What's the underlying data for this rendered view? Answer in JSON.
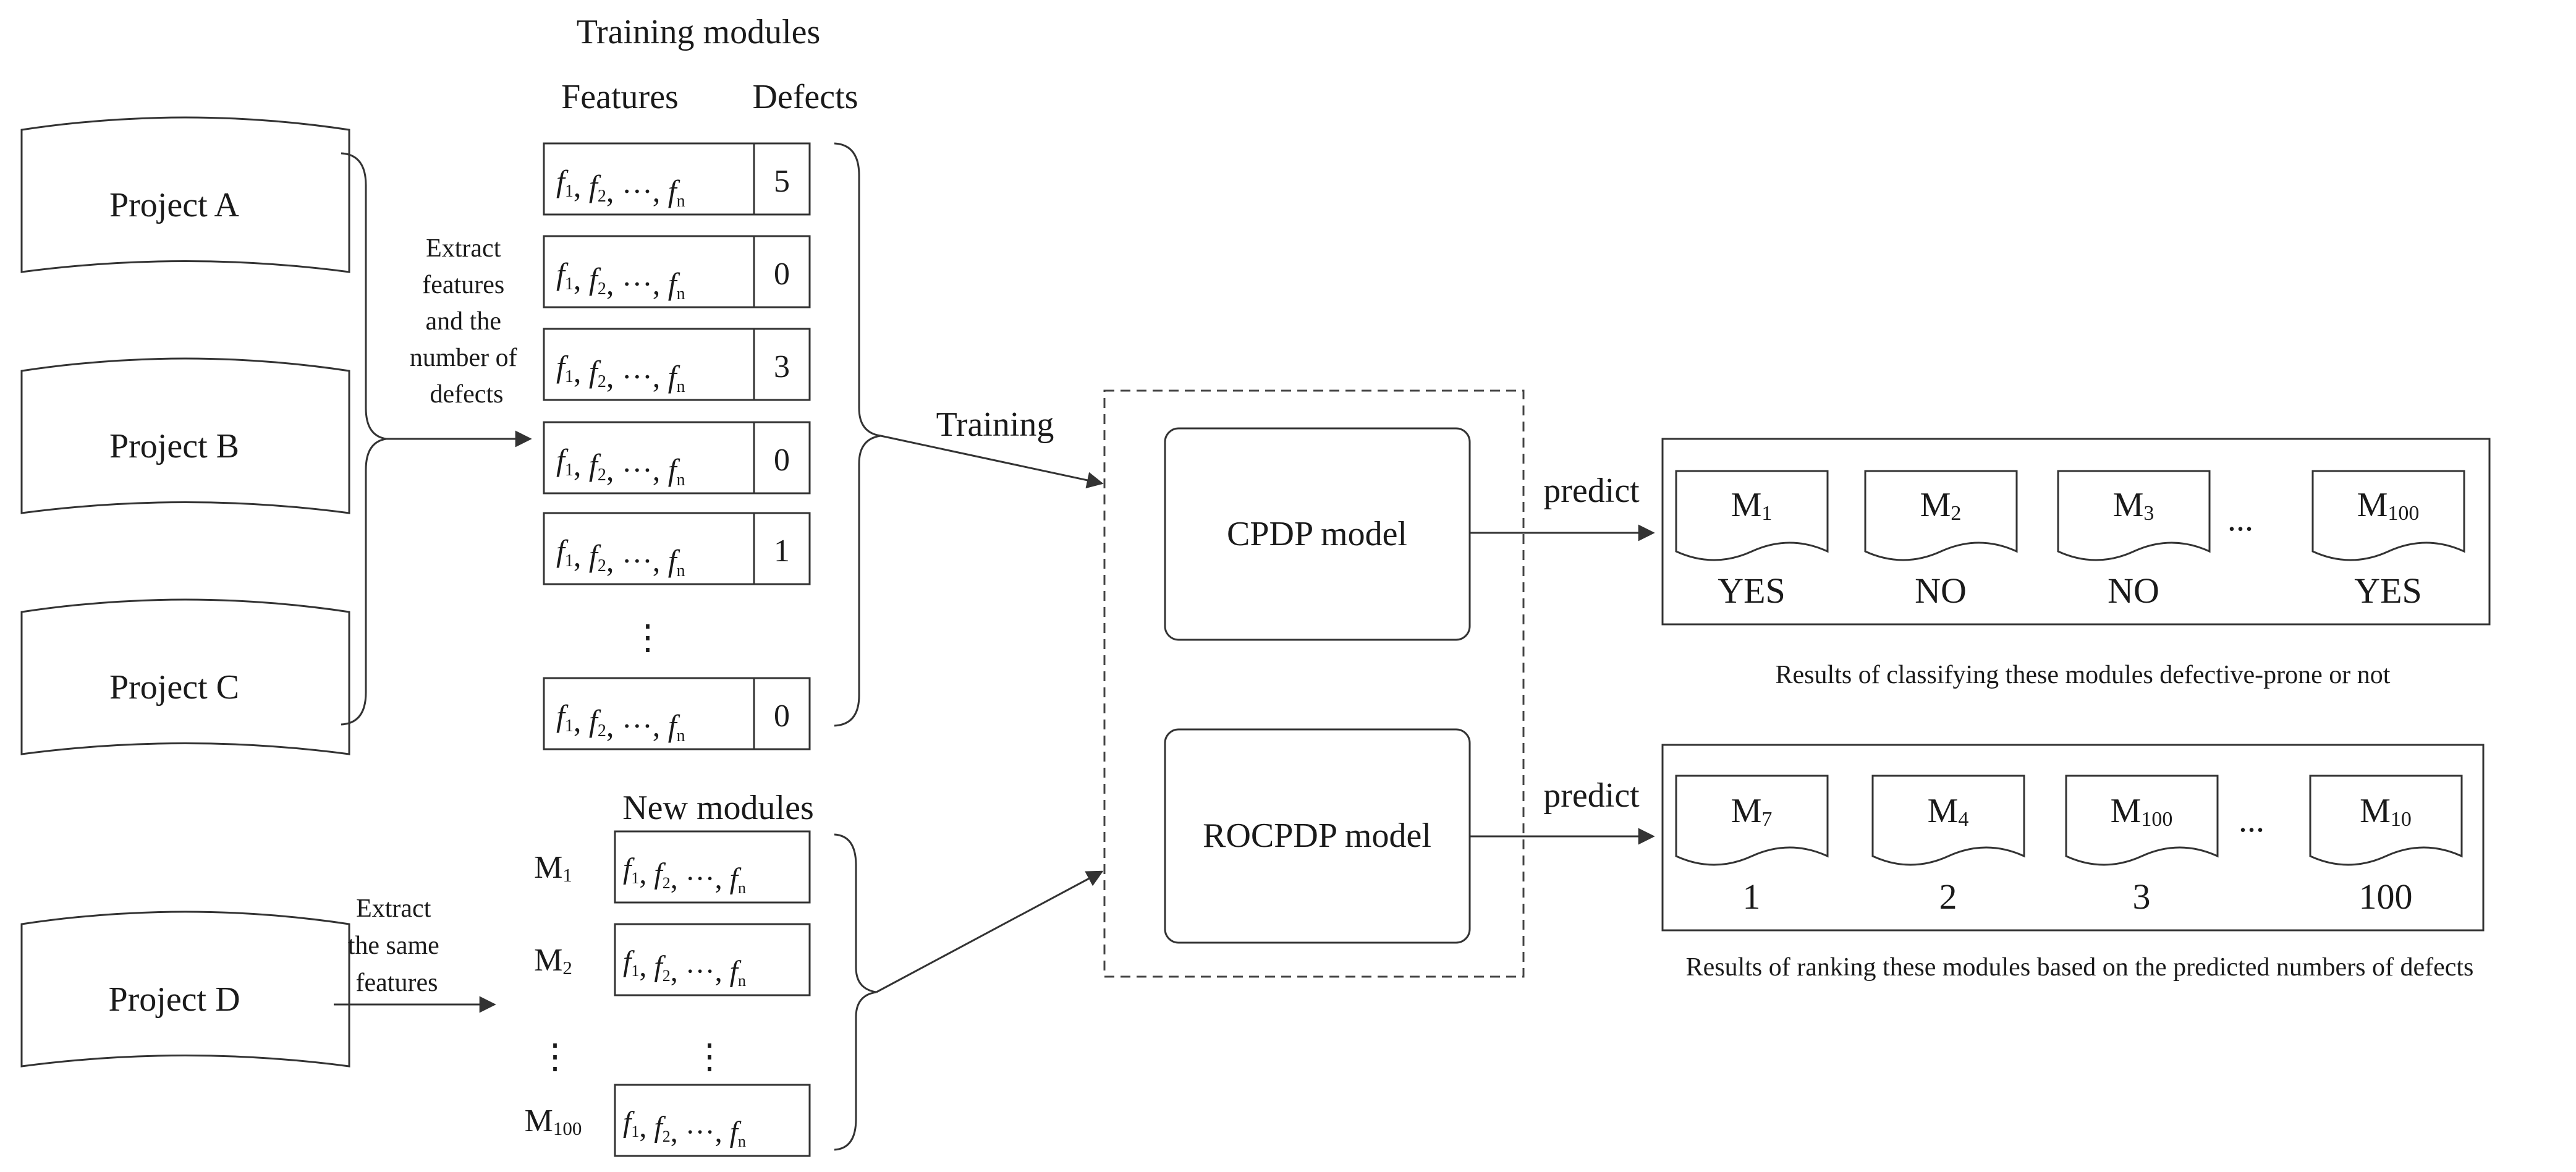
{
  "projects": {
    "a": "Project A",
    "b": "Project B",
    "c": "Project C",
    "d": "Project D"
  },
  "extract_features_label": [
    "Extract",
    "features",
    "and the",
    "number of",
    "defects"
  ],
  "extract_same_label": [
    "Extract",
    "the same",
    "features"
  ],
  "training_modules": {
    "title": "Training modules",
    "col_features": "Features",
    "col_defects": "Defects",
    "rows": [
      {
        "features": "f1, f2, ···, fn",
        "defects": "5"
      },
      {
        "features": "f1, f2, ···, fn",
        "defects": "0"
      },
      {
        "features": "f1, f2, ···, fn",
        "defects": "3"
      },
      {
        "features": "f1, f2, ···, fn",
        "defects": "0"
      },
      {
        "features": "f1, f2, ···, fn",
        "defects": "1"
      },
      {
        "features": "f1, f2, ···, fn",
        "defects": "0"
      }
    ],
    "ellipsis": "⋮"
  },
  "new_modules": {
    "title": "New modules",
    "rows": [
      {
        "label": "M",
        "sub": "1",
        "features": "f1, f2, ···, fn"
      },
      {
        "label": "M",
        "sub": "2",
        "features": "f1, f2, ···, fn"
      },
      {
        "label": "M",
        "sub": "100",
        "features": "f1, f2, ···, fn"
      }
    ],
    "ellipsis": "⋮"
  },
  "training_label": "Training",
  "models": {
    "cpdp": "CPDP model",
    "rocpdp": "ROCPDP model"
  },
  "predict_label": "predict",
  "classification_results": {
    "modules": [
      {
        "label": "M",
        "sub": "1",
        "result": "YES"
      },
      {
        "label": "M",
        "sub": "2",
        "result": "NO"
      },
      {
        "label": "M",
        "sub": "3",
        "result": "NO"
      },
      {
        "label": "M",
        "sub": "100",
        "result": "YES"
      }
    ],
    "ellipsis": "...",
    "caption": "Results of classifying these modules defective-prone or not"
  },
  "ranking_results": {
    "modules": [
      {
        "label": "M",
        "sub": "7",
        "rank": "1"
      },
      {
        "label": "M",
        "sub": "4",
        "rank": "2"
      },
      {
        "label": "M",
        "sub": "100",
        "rank": "3"
      },
      {
        "label": "M",
        "sub": "10",
        "rank": "100"
      }
    ],
    "ellipsis": "...",
    "caption": "Results of ranking these modules based on the predicted numbers of defects"
  }
}
